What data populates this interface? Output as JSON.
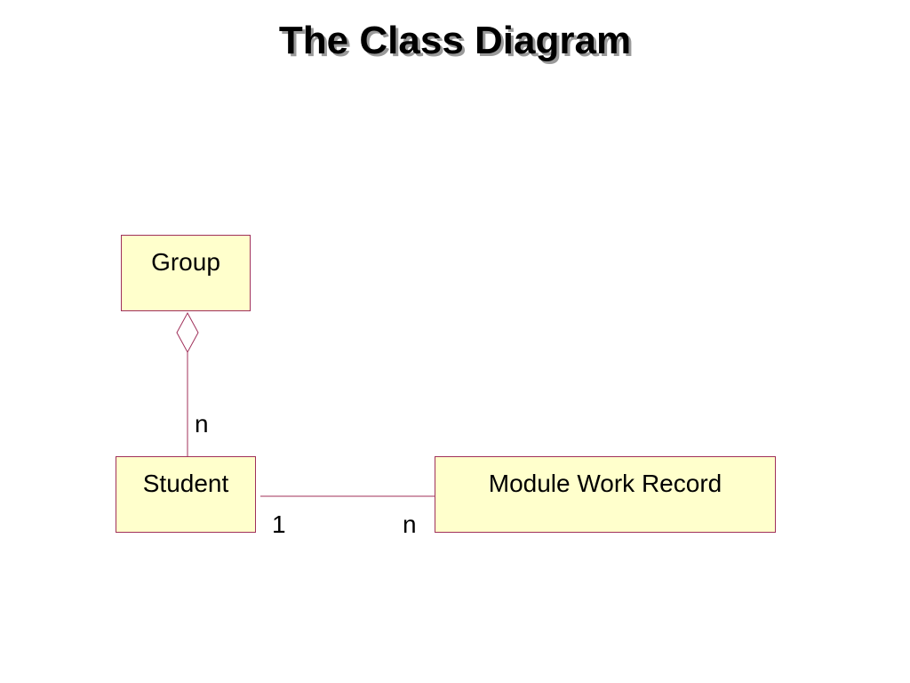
{
  "title": "The Class Diagram",
  "colors": {
    "class_fill": "#ffffcc",
    "line": "#a0305a",
    "text": "#000000",
    "title_shadow": "#9a9a9a"
  },
  "classes": [
    {
      "id": "group",
      "name": "Group"
    },
    {
      "id": "student",
      "name": "Student"
    },
    {
      "id": "module_work_record",
      "name": "Module Work Record"
    }
  ],
  "associations": [
    {
      "type": "aggregation",
      "whole": "Group",
      "part": "Student",
      "part_multiplicity": "n"
    },
    {
      "type": "association",
      "from": "Student",
      "to": "Module Work Record",
      "from_multiplicity": "1",
      "to_multiplicity": "n"
    }
  ]
}
